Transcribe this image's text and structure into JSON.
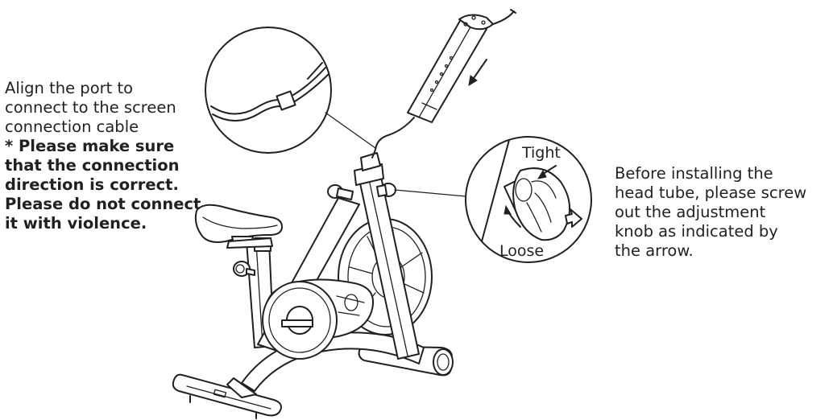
{
  "left_note": {
    "lines": [
      "Align the port to",
      "connect to the screen",
      "connection cable"
    ],
    "bold_lines": [
      "* Please make sure",
      "that the connection",
      "direction is correct.",
      "Please do not connect",
      "it with violence."
    ]
  },
  "right_note": {
    "lines": [
      "Before installing the",
      "head tube, please screw",
      "out the adjustment",
      "knob as indicated by",
      "the arrow."
    ]
  },
  "knob_callout": {
    "tight_label": "Tight",
    "loose_label": "Loose"
  }
}
